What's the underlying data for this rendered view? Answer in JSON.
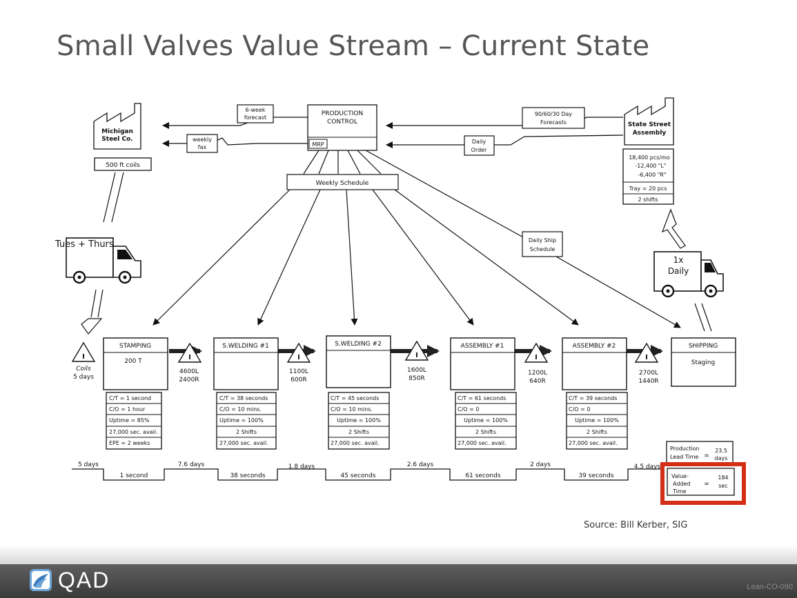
{
  "slide": {
    "title": "Small Valves Value Stream – Current State",
    "source": "Source: Bill Kerber, SIG"
  },
  "footer": {
    "brand": "QAD",
    "code": "Lean-CO-090"
  },
  "supplier": {
    "name_line1": "Michigan",
    "name_line2": "Steel Co.",
    "coils": "500 ft coils"
  },
  "customer": {
    "name_line1": "State Street",
    "name_line2": "Assembly",
    "demand_line1": "18,400 pcs/mo",
    "demand_line2": "-12,400 \"L\"",
    "demand_line3": "-6,400 \"R\"",
    "tray": "Tray = 20 pcs",
    "shifts": "2 shifts"
  },
  "production_control": {
    "title_line1": "PRODUCTION",
    "title_line2": "CONTROL",
    "mrp": "MRP",
    "weekly_schedule": "Weekly Schedule",
    "daily_ship_line1": "Daily Ship",
    "daily_ship_line2": "Schedule"
  },
  "info_flows": {
    "forecast_6wk_line1": "6-week",
    "forecast_6wk_line2": "forecast",
    "weekly_fax_line1": "weekly",
    "weekly_fax_line2": "fax",
    "forecasts_line1": "90/60/30 Day",
    "forecasts_line2": "Forecasts",
    "daily_order_line1": "Daily",
    "daily_order_line2": "Order"
  },
  "shipments": {
    "inbound": "Tues + Thurs",
    "outbound_line1": "1x",
    "outbound_line2": "Daily"
  },
  "inventory": [
    {
      "line1": "Coils",
      "line2": "5 days"
    },
    {
      "line1": "4600L",
      "line2": "2400R"
    },
    {
      "line1": "1100L",
      "line2": "600R"
    },
    {
      "line1": "1600L",
      "line2": "850R"
    },
    {
      "line1": "1200L",
      "line2": "640R"
    },
    {
      "line1": "2700L",
      "line2": "1440R"
    }
  ],
  "inventory_symbol": "I",
  "processes": [
    {
      "name": "STAMPING",
      "sub": "200 T",
      "data": [
        "C/T = 1 second",
        "C/O = 1 hour",
        "Uptime = 85%",
        "27,000 sec. avail.",
        "EPE = 2 weeks"
      ]
    },
    {
      "name": "S.WELDING #1",
      "sub": "",
      "data": [
        "C/T = 38 seconds",
        "C/O = 10 mins.",
        "Uptime = 100%",
        "2 Shifts",
        "27,000 sec. avail."
      ]
    },
    {
      "name": "S.WELDING #2",
      "sub": "",
      "data": [
        "C/T = 45 seconds",
        "C/O = 10 mins.",
        "Uptime = 100%",
        "2 Shifts",
        "27,000 sec. avail."
      ]
    },
    {
      "name": "ASSEMBLY #1",
      "sub": "",
      "data": [
        "C/T = 61 seconds",
        "C/O = 0",
        "Uptime = 100%",
        "2 Shifts",
        "27,000 sec. avail."
      ]
    },
    {
      "name": "ASSEMBLY #2",
      "sub": "",
      "data": [
        "C/T = 39 seconds",
        "C/O = 0",
        "Uptime = 100%",
        "2 Shifts",
        "27,000 sec. avail."
      ]
    },
    {
      "name": "SHIPPING",
      "sub": "Staging",
      "data": []
    }
  ],
  "timeline": {
    "days": [
      "5 days",
      "7.6 days",
      "1.8 days",
      "2.6 days",
      "2 days",
      "4.5 days"
    ],
    "seconds": [
      "1 second",
      "38 seconds",
      "45 seconds",
      "61 seconds",
      "39 seconds"
    ],
    "lead_time_label_line1": "Production",
    "lead_time_label_line2": "Lead Time",
    "lead_time_eq": "=",
    "lead_time_value_line1": "23.5",
    "lead_time_value_line2": "days",
    "va_label_line1": "Value-",
    "va_label_line2": "Added",
    "va_label_line3": "Time",
    "va_eq": "=",
    "va_value_line1": "184",
    "va_value_line2": "sec"
  },
  "colors": {
    "highlight": "#d32f16",
    "footer": "#4a4a4a",
    "title": "#555555"
  }
}
